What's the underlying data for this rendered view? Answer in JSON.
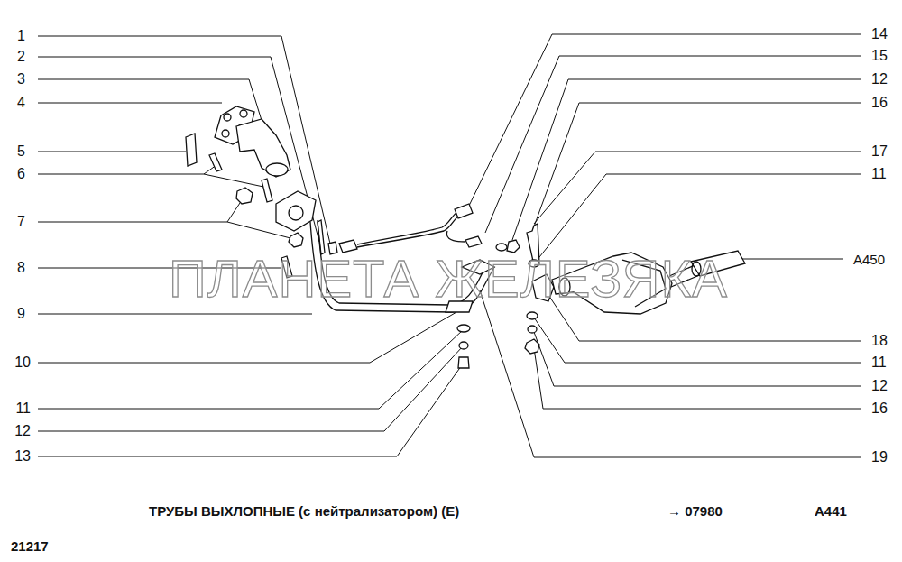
{
  "diagram": {
    "title": "ТРУБЫ ВЫХЛОПНЫЕ (с нейтрализатором) (Е)",
    "labels": [
      "1",
      "2",
      "3",
      "4",
      "5",
      "6",
      "7",
      "8",
      "9",
      "10",
      "11",
      "12",
      "13",
      "14",
      "15",
      "12",
      "16",
      "17",
      "11",
      "A450",
      "18",
      "11",
      "12",
      "16",
      "19",
      "→ 07980",
      "A441",
      "21217",
      "ПЛАНЕТА ЖЕЛЕЗЯКА"
    ]
  }
}
